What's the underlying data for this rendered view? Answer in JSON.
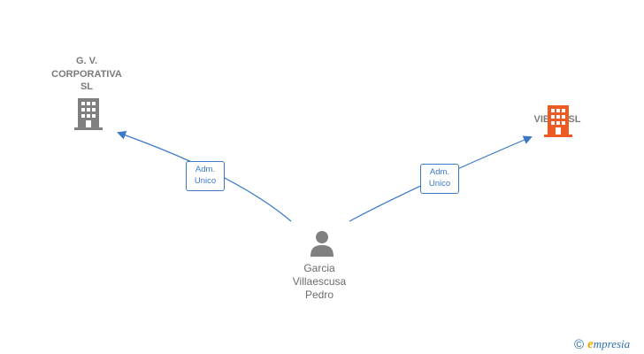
{
  "companies": [
    {
      "lines": [
        "G. V.",
        "CORPORATIVA",
        "SL"
      ],
      "icon": "building-icon",
      "color": "#808080"
    },
    {
      "lines": [
        "VIECY  SL"
      ],
      "icon": "building-icon",
      "color": "#ee5a24"
    }
  ],
  "person": {
    "lines": [
      "Garcia",
      "Villaescusa",
      "Pedro"
    ],
    "icon": "person-icon",
    "color": "#808080"
  },
  "relations": [
    {
      "lines": [
        "Adm.",
        "Unico"
      ]
    },
    {
      "lines": [
        "Adm.",
        "Unico"
      ]
    }
  ],
  "edge_color": "#3a78c8",
  "brand": {
    "copyright": "©",
    "e": "e",
    "name": "mpresia"
  }
}
